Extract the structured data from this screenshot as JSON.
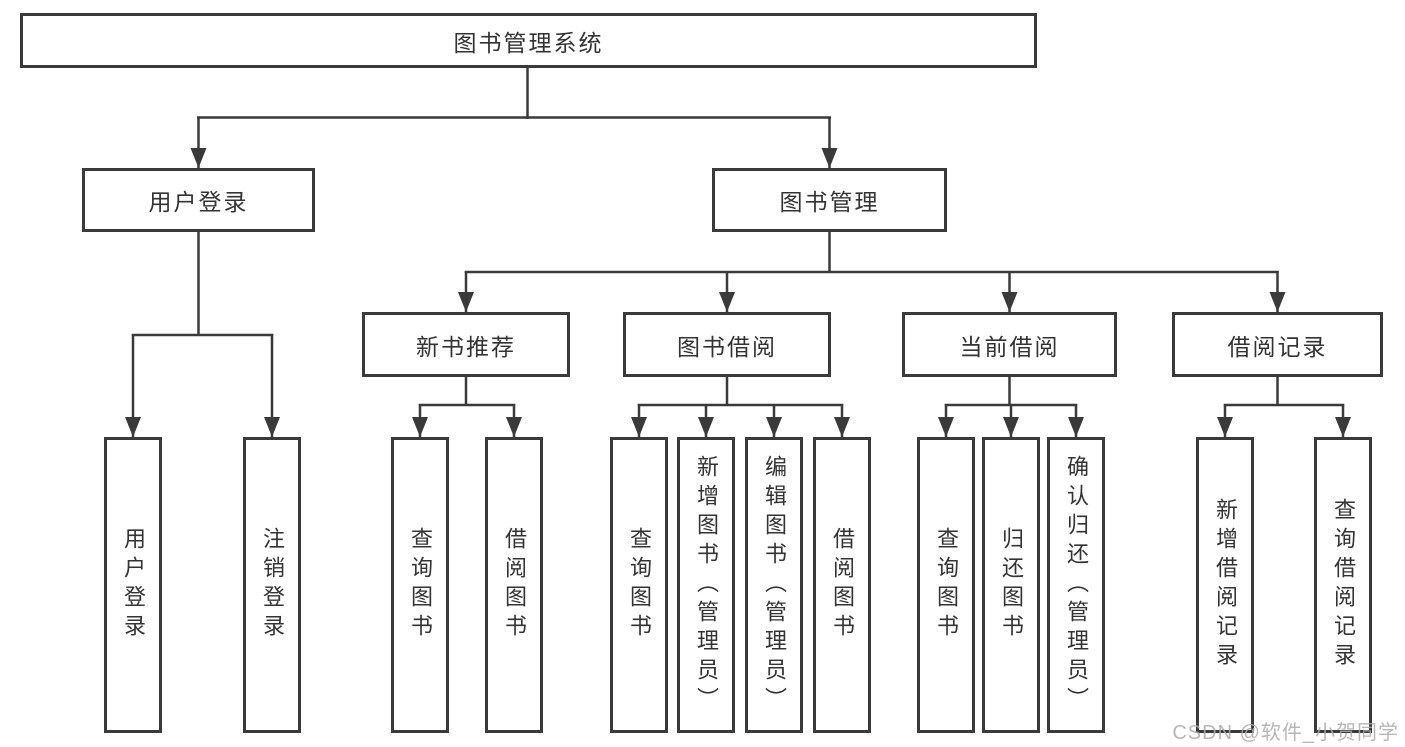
{
  "tree": {
    "root": {
      "label": "图书管理系统"
    },
    "branches": [
      {
        "label": "用户登录",
        "children": [
          {
            "label": "用户登录"
          },
          {
            "label": "注销登录"
          }
        ]
      },
      {
        "label": "图书管理",
        "groups": [
          {
            "label": "新书推荐",
            "children": [
              {
                "label": "查询图书"
              },
              {
                "label": "借阅图书"
              }
            ]
          },
          {
            "label": "图书借阅",
            "children": [
              {
                "label": "查询图书"
              },
              {
                "label": "新增图书（管理员）"
              },
              {
                "label": "编辑图书（管理员）"
              },
              {
                "label": "借阅图书"
              }
            ]
          },
          {
            "label": "当前借阅",
            "children": [
              {
                "label": "查询图书"
              },
              {
                "label": "归还图书"
              },
              {
                "label": "确认归还（管理员）"
              }
            ]
          },
          {
            "label": "借阅记录",
            "children": [
              {
                "label": "新增借阅记录"
              },
              {
                "label": "查询借阅记录"
              }
            ]
          }
        ]
      }
    ]
  },
  "watermark": {
    "text": "CSDN @软件_小贺同学"
  },
  "colors": {
    "line": "#3a3a3a",
    "border": "#3a3a3a",
    "text": "#333333",
    "watermark": "#ababab",
    "background": "#ffffff"
  }
}
